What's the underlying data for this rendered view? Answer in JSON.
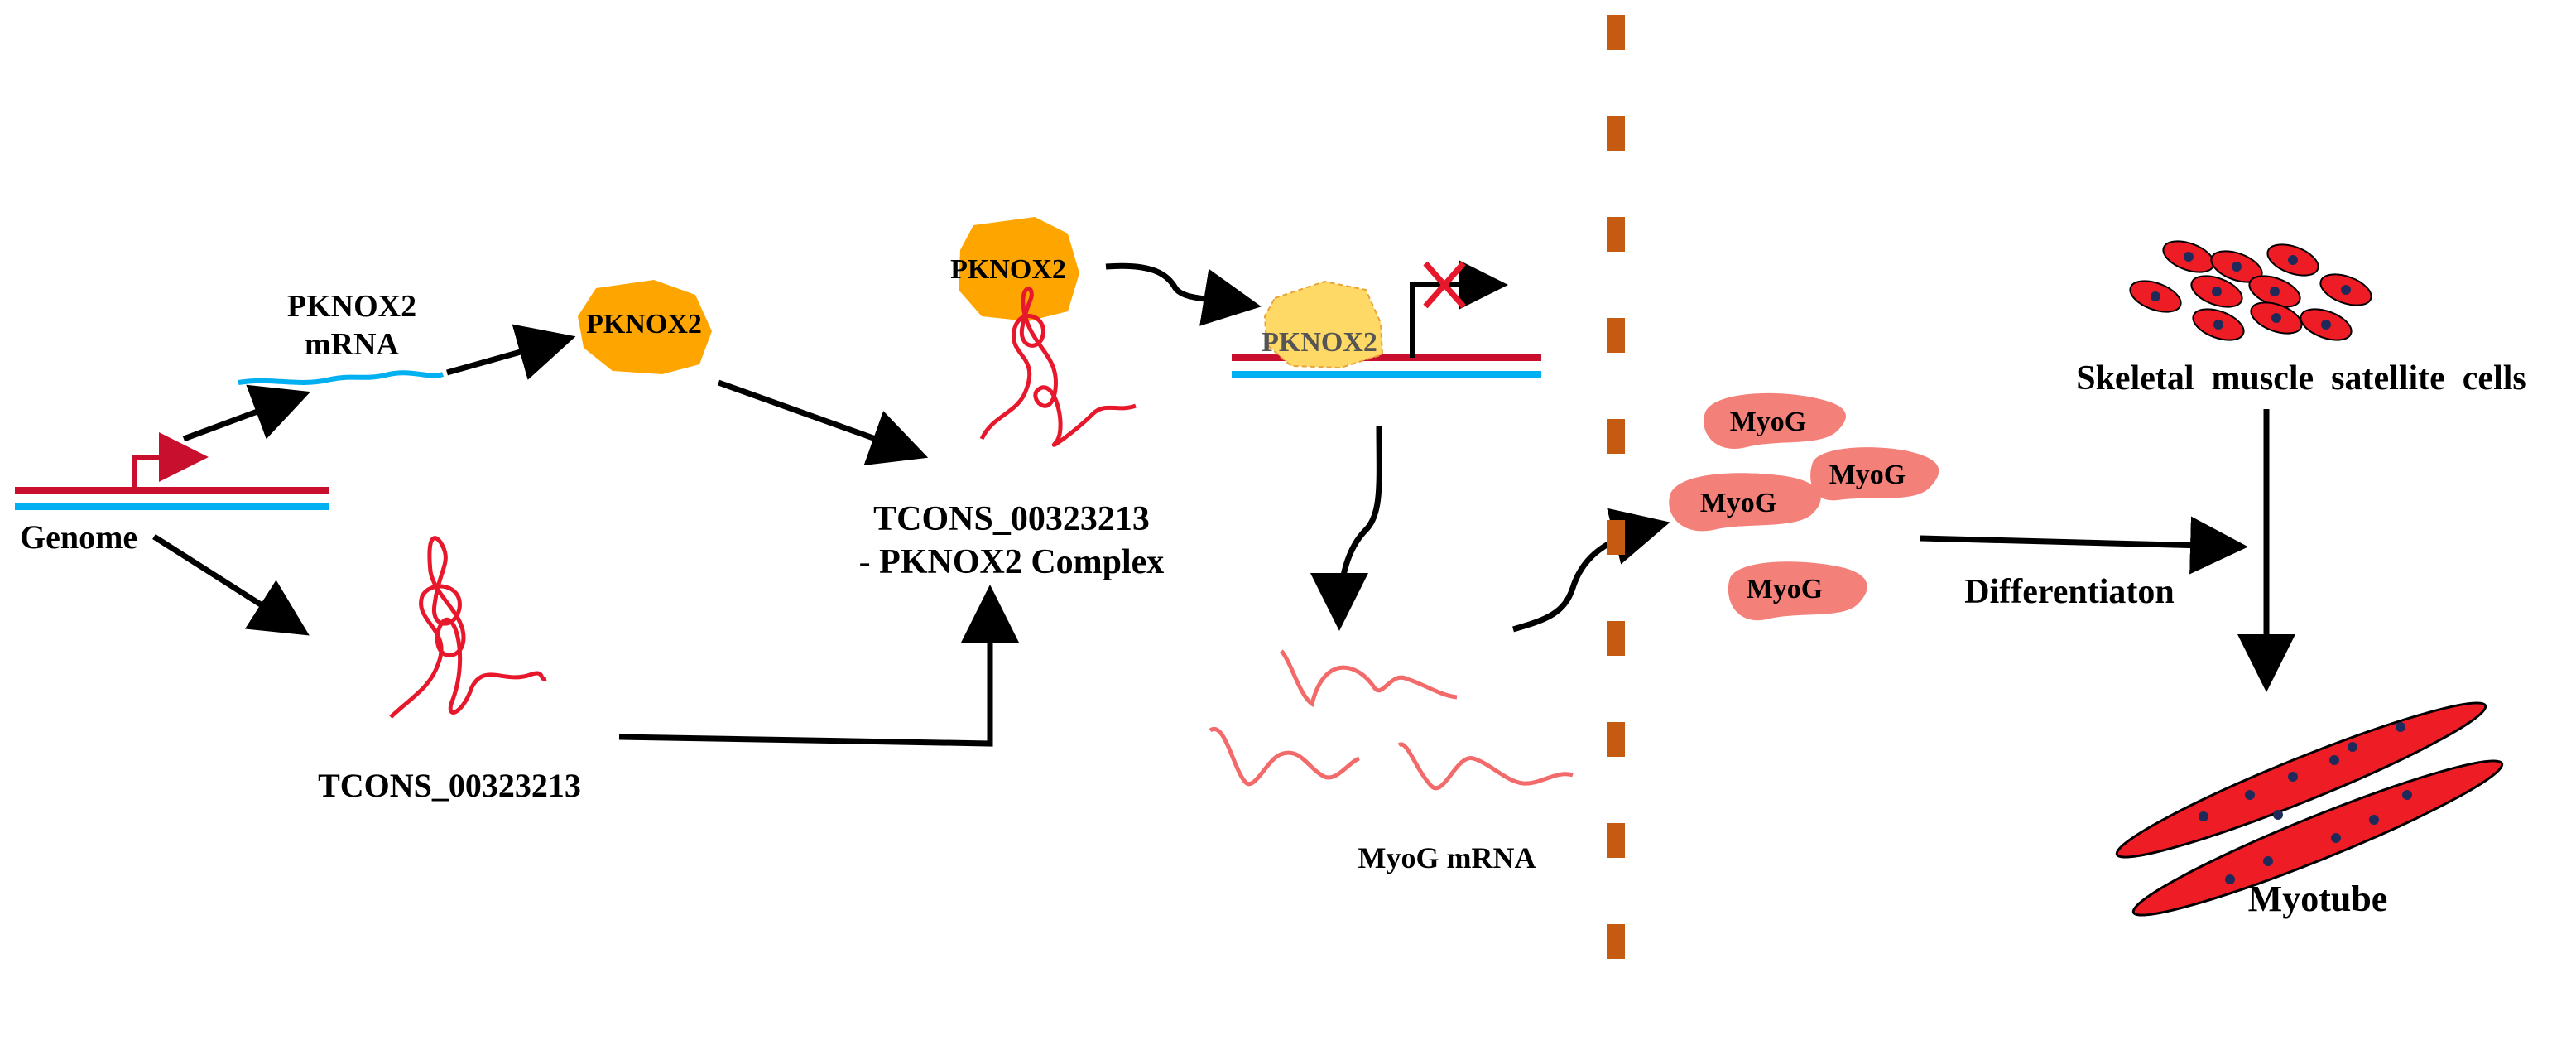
{
  "labels": {
    "genome": "Genome",
    "pknox2_mrna_line1": "PKNOX2",
    "pknox2_mrna_line2": "mRNA",
    "pknox2_protein": "PKNOX2",
    "pknox2_bound": "PKNOX2",
    "pknox2_promoter": "PKNOX2",
    "lncrna": "TCONS_00323213",
    "complex_line1": "TCONS_00323213",
    "complex_line2": "- PKNOX2 Complex",
    "myog_mrna": "MyoG mRNA",
    "myog_1": "MyoG",
    "myog_2": "MyoG",
    "myog_3": "MyoG",
    "myog_4": "MyoG",
    "satellite_cells": "Skeletal  muscle  satellite  cells",
    "differentiation": "Differentiaton",
    "myotube": "Myotube"
  },
  "colors": {
    "dna_red": "#c8102e",
    "dna_blue": "#00b0f0",
    "pknox2_orange": "#ffa500",
    "pknox2_faded": "#ffd966",
    "rna_red": "#e8182c",
    "mrna_pink": "#f26a6a",
    "myog_salmon": "#f4807a",
    "divider_orange": "#c55a11",
    "cell_red": "#ee1c25",
    "nucleus_navy": "#1f2a5a",
    "inhibit_x": "#e8182c",
    "arrow_black": "#000000"
  }
}
